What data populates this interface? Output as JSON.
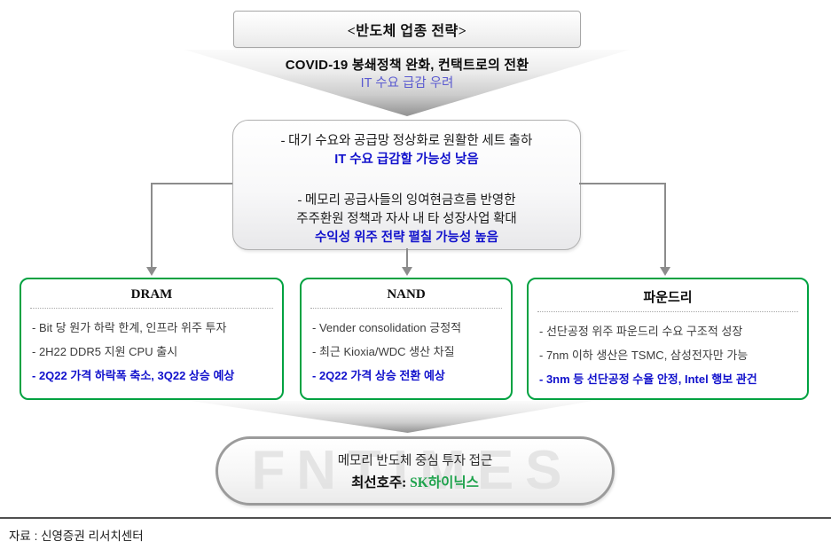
{
  "title_box": {
    "label": "<반도체 업종 전략>"
  },
  "trigger": {
    "line1": "COVID-19 봉쇄정책 완화, 컨택트로의 전환",
    "line2": "IT 수요 급감 우려"
  },
  "assessment_box": {
    "bullet1": "-  대기 수요와 공급망 정상화로 원활한 세트 출하",
    "highlight1": "IT 수요 급감할 가능성 낮음",
    "bullet2_line1": "-  메모리 공급사들의 잉여현금흐름 반영한",
    "bullet2_line2": "주주환원 정책과 자사 내 타 성장사업 확대",
    "highlight2": "수익성 위주 전략 펼칠 가능성 높음"
  },
  "segments": [
    {
      "title": "DRAM",
      "bullets": [
        "- Bit 당 원가 하락 한계, 인프라 위주 투자",
        "- 2H22  DDR5 지원 CPU 출시"
      ],
      "highlight": "- 2Q22 가격 하락폭 축소, 3Q22 상승 예상"
    },
    {
      "title": "NAND",
      "bullets": [
        "- Vender  consolidation  긍정적",
        "- 최근 Kioxia/WDC  생산 차질"
      ],
      "highlight": "- 2Q22 가격 상승 전환 예상"
    },
    {
      "title": "파운드리",
      "bullets": [
        "- 선단공정 위주 파운드리 수요 구조적 성장",
        "- 7nm 이하 생산은 TSMC, 삼성전자만 가능"
      ],
      "highlight": "- 3nm 등 선단공정 수율 안정, Intel 행보 관건"
    }
  ],
  "conclusion": {
    "line1": "메모리 반도체 중심 투자 접근",
    "label": "최선호주:",
    "pick": "SK하이닉스"
  },
  "watermark": "FNTIMES",
  "footer": {
    "source": "자료 : 신영증권 리서치센터"
  },
  "colors": {
    "highlight_blue": "#1111cc",
    "soft_blue": "#5a5ad0",
    "green_border": "#00a241",
    "green_text": "#1ea24c",
    "connector_gray": "#8c8c8c"
  }
}
